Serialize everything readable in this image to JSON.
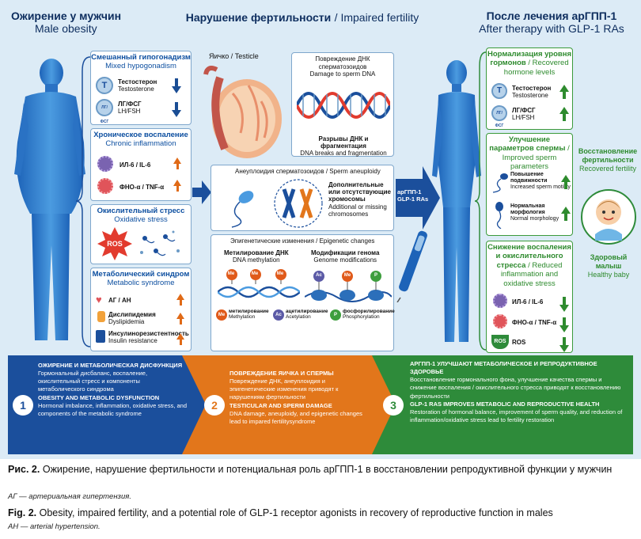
{
  "left": {
    "title_ru": "Ожирение у мужчин",
    "title_en": "Male obesity",
    "hypogonadism": {
      "ru": "Смешанный гипогонадизм",
      "en": "Mixed hypogonadism",
      "items": [
        {
          "ru": "Тестостерон",
          "en": "Testosterone"
        },
        {
          "ru": "ЛГ/ФСГ",
          "en": "LH/FSH"
        }
      ],
      "icons": [
        "T",
        "ЛГ/ФСГ"
      ]
    },
    "inflammation": {
      "ru": "Хроническое воспаление",
      "en": "Chronic inflammation",
      "items": [
        {
          "text": "ИЛ-6 / IL-6"
        },
        {
          "text": "ФНО-α / TNF-α"
        }
      ]
    },
    "oxidative": {
      "ru": "Окислительный стресс",
      "en": "Oxidative stress",
      "icon": "ROS"
    },
    "metabolic": {
      "ru": "Метаболический синдром",
      "en": "Metabolic syndrome",
      "items": [
        {
          "ru": "АГ / АН",
          "en": ""
        },
        {
          "ru": "Дислипидемия",
          "en": "Dyslipidemia"
        },
        {
          "ru": "Инсулинорезистентность",
          "en": "Insulin resistance"
        }
      ]
    }
  },
  "middle": {
    "title_ru": "Нарушение фертильности",
    "title_en": "/ Impaired fertility",
    "testicle": "Яичко / Testicle",
    "dna_damage": {
      "ru": "Повреждение ДНК сперматозоидов",
      "en": "Damage to sperm DNA",
      "breaks_ru": "Разрывы ДНК и фрагментация",
      "breaks_en": "DNA breaks and fragmentation"
    },
    "aneuploidy": {
      "title": "Анеуплоидия сперматозоидов / Sperm aneuploidy",
      "desc_ru": "Дополнительные или отсутствующие хромосомы",
      "desc_en": "Additional or missing chromosomes"
    },
    "epigenetic": {
      "title": "Эпигенетические изменения / Epigenetic changes",
      "methylation_ru": "Метилирование ДНК",
      "methylation_en": "DNA methylation",
      "modif_ru": "Модификации генома",
      "modif_en": "Genome modifications",
      "legend": [
        {
          "icon": "Me",
          "ru": "метилирование",
          "en": "Methylation",
          "color": "#e05a1a"
        },
        {
          "icon": "Ac",
          "ru": "ацетилирование",
          "en": "Acetylation",
          "color": "#5b5aa6"
        },
        {
          "icon": "P",
          "ru": "фосфорилирование",
          "en": "Phosphorylation",
          "color": "#3d9e3d"
        }
      ]
    },
    "drug": {
      "ru": "арГПП-1",
      "en": "GLP-1 RAs"
    }
  },
  "right": {
    "title_ru": "После лечения арГПП-1",
    "title_en": "After therapy with GLP-1 RAs",
    "hormones": {
      "ru": "Нормализация уровня гормонов",
      "en": "/ Recovered hormone levels",
      "items": [
        {
          "ru": "Тестостерон",
          "en": "Testosterone"
        },
        {
          "ru": "ЛГ/ФСГ",
          "en": "LH/FSH"
        }
      ]
    },
    "sperm": {
      "ru": "Улучшение параметров спермы",
      "en": "/ Improved sperm parameters",
      "items": [
        {
          "ru": "Повышение подвижности",
          "en": "Increased sperm motility"
        },
        {
          "ru": "Нормальная морфология",
          "en": "Normal morphology"
        }
      ]
    },
    "fertility": {
      "ru": "Восстановление фертильности",
      "en": "Recovered fertility"
    },
    "baby": {
      "ru": "Здоровый малыш",
      "en": "Healthy baby"
    },
    "inflammation": {
      "ru": "Снижение воспаления и окислительного стресса",
      "en": "/ Reduced inflammation and oxidative stress",
      "items": [
        {
          "text": "ИЛ-6 / IL-6"
        },
        {
          "text": "ФНО-α / TNF-α"
        },
        {
          "text": "ROS"
        }
      ]
    }
  },
  "banners": [
    {
      "num": "1",
      "color": "#1b4f9c",
      "title_ru": "ОЖИРЕНИЕ И МЕТАБОЛИЧЕСКАЯ ДИСФУНКЦИЯ",
      "body_ru": "Гормональный дисбаланс, воспаление, окислительный стресс и компоненты метаболического синдрома",
      "title_en": "OBESITY AND METABOLIC DYSFUNCTION",
      "body_en": "Hormonal imbalance, inflammation, oxidative stress, and components of the metabolic syndrome"
    },
    {
      "num": "2",
      "color": "#e2761b",
      "title_ru": "ПОВРЕЖДЕНИЕ ЯИЧКА И СПЕРМЫ",
      "body_ru": "Повреждение ДНК, анеуплоидия и эпигенетические изменения приводят к нарушениям фертильности",
      "title_en": "TESTICULAR AND SPERM DAMAGE",
      "body_en": "DNA damage, aneuploidy, and epigenetic changes lead to impared fertilitysyndrome"
    },
    {
      "num": "3",
      "color": "#2e8b3a",
      "title_ru": "АРГПП-1 УЛУЧШАЮТ МЕТАБОЛИЧЕСКОЕ И РЕПРОДУКТИВНОЕ ЗДОРОВЬЕ",
      "body_ru": "Восстановление гормонального фона, улучшение качества спермы и снижение воспаления / окислительного стресса приводят к восстановлению фертильности",
      "title_en": "GLP-1 RAS IMPROVES METABOLIC AND REPRODUCTIVE HEALTH",
      "body_en": "Restoration of hormonal balance, improvement of sperm quality, and reduction of inflammation/oxidative stress lead to  fertility restoration"
    }
  ],
  "caption": {
    "ru_label": "Рис. 2.",
    "ru": "Ожирение, нарушение фертильности и потенциальная роль арГПП-1 в восстановлении репродуктивной функции у мужчин",
    "ru_note": "АГ — артериальная гипертензия.",
    "en_label": "Fig. 2.",
    "en": "Obesity, impaired fertility, and a potential role of GLP-1 receptor agonists in recovery of reproductive function in males",
    "en_note": "AH — arterial hypertension."
  },
  "colors": {
    "blue": "#1b4f9c",
    "orange": "#e2761b",
    "green": "#2e8b3a",
    "bg": "#dcebf6"
  }
}
